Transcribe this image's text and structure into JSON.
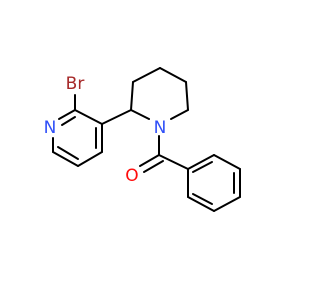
{
  "molecule": {
    "atoms": {
      "bromine": {
        "label": "Br",
        "color": "#a62929"
      },
      "nitrogen_pyridine": {
        "label": "N",
        "color": "#3050f8"
      },
      "nitrogen_piperidine": {
        "label": "N",
        "color": "#3050f8"
      },
      "oxygen": {
        "label": "O",
        "color": "#ff0d0d"
      }
    },
    "bond_color": "#000000"
  }
}
